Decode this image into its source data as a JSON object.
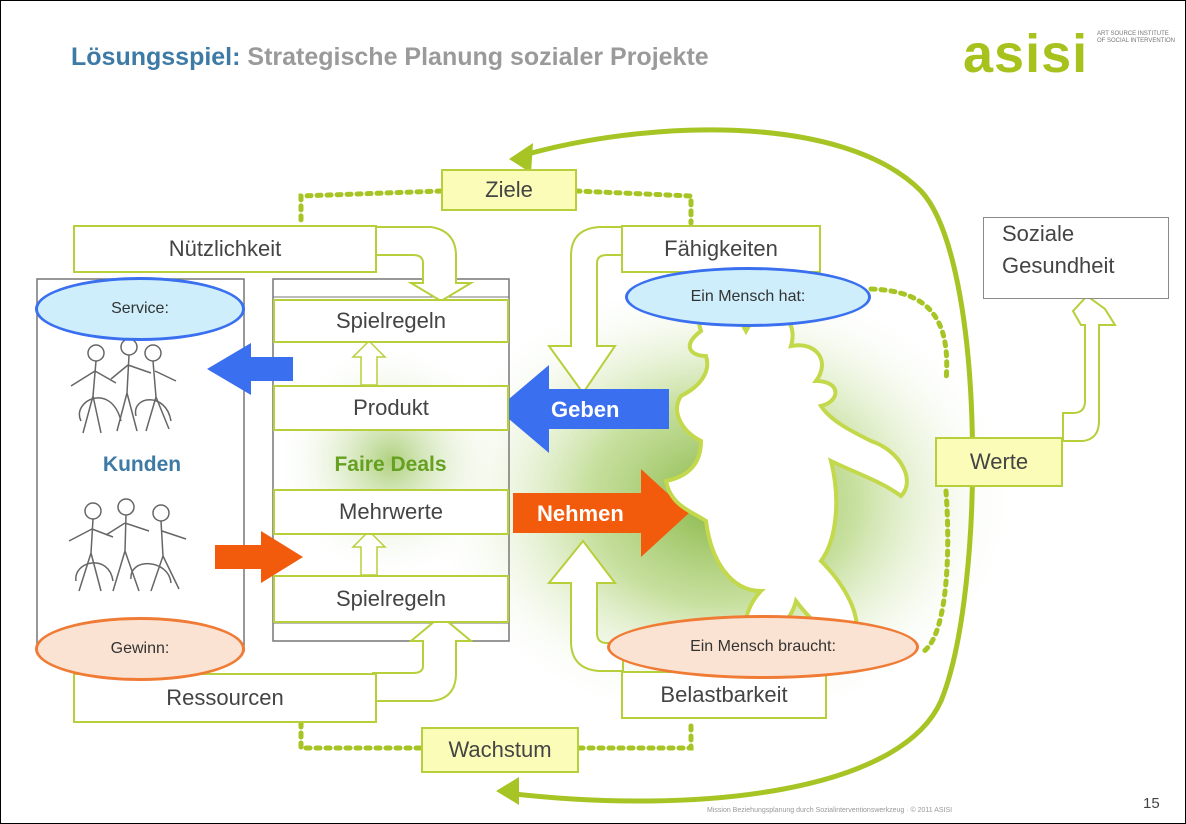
{
  "title": {
    "part1": "Lösungsspiel:",
    "part2": "Strategische Planung sozialer Projekte"
  },
  "logo": {
    "word": "asisi",
    "small_text": "ART SOURCE INSTITUTE OF SOCIAL INTERVENTION",
    "color": "#a8c21d"
  },
  "boxes": {
    "ziele": "Ziele",
    "nuetzlichkeit": "Nützlichkeit",
    "faehigkeiten": "Fähigkeiten",
    "soziale_gesundheit_line1": "Soziale",
    "soziale_gesundheit_line2": "Gesundheit",
    "werte": "Werte",
    "ressourcen": "Ressourcen",
    "wachstum": "Wachstum",
    "belastbarkeit": "Belastbarkeit"
  },
  "stack": {
    "spielregeln_top": "Spielregeln",
    "produkt": "Produkt",
    "faire_deals": "Faire Deals",
    "mehrwerte": "Mehrwerte",
    "spielregeln_bottom": "Spielregeln"
  },
  "ovals": {
    "service": "Service:",
    "gewinn": "Gewinn:",
    "mensch_hat": "Ein Mensch hat:",
    "mensch_braucht": "Ein Mensch braucht:"
  },
  "kunden": "Kunden",
  "arrows": {
    "geben": "Geben",
    "nehmen": "Nehmen"
  },
  "footer": "Mission Beziehungsplanung durch Sozialinterventionswerkzeug · © 2011 ASISI",
  "page_number": "15",
  "colors": {
    "accent_green": "#b7cf3a",
    "blue_arrow": "#3a6ff0",
    "orange_arrow": "#f25a0c",
    "title_blue": "#3d7aa6"
  }
}
